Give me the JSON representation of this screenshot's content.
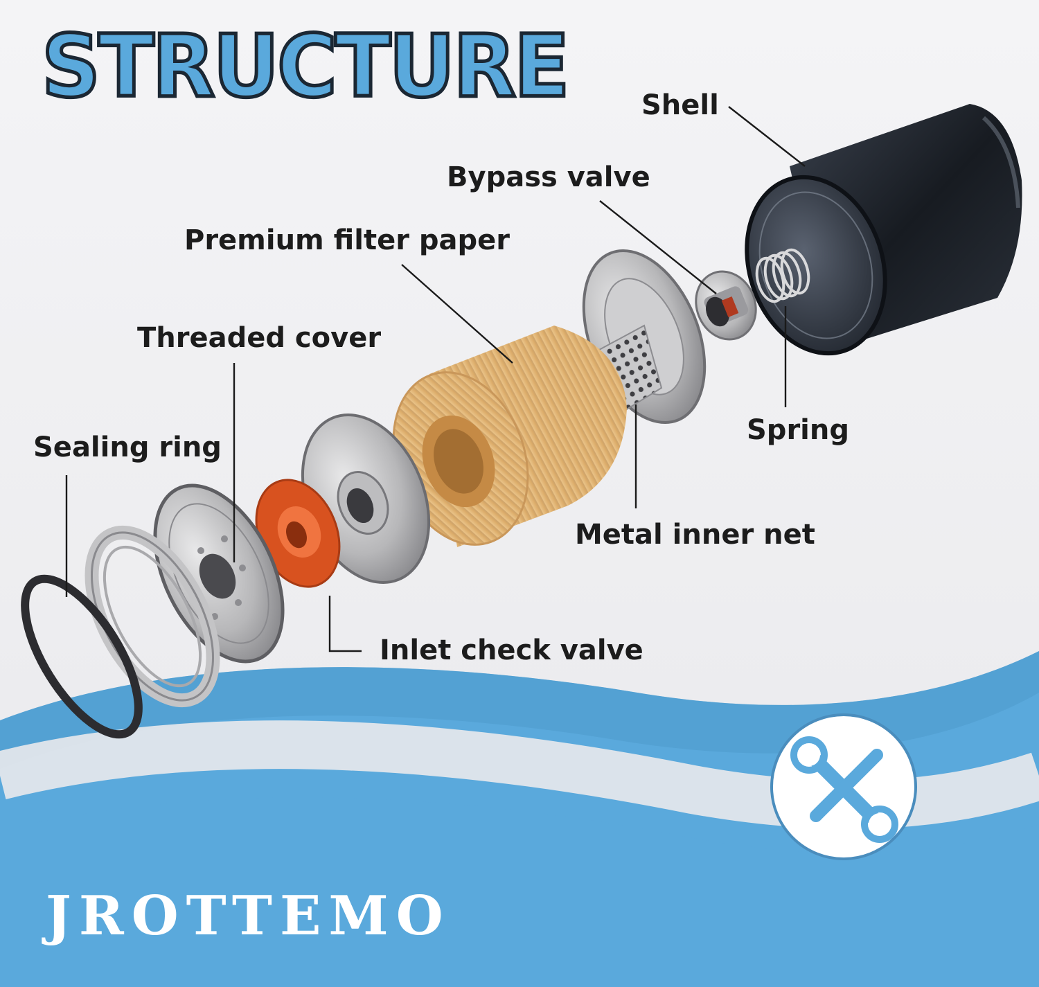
{
  "title": "STRUCTURE",
  "labels": {
    "shell": "Shell",
    "bypass_valve": "Bypass valve",
    "filter_paper": "Premium filter paper",
    "threaded_cover": "Threaded cover",
    "sealing_ring": "Sealing ring",
    "spring": "Spring",
    "metal_inner_net": "Metal inner net",
    "inlet_check_valve": "Inlet check valve"
  },
  "brand": "JROTTEMO",
  "badge_icon": "wrench-screwdriver-icon",
  "colors": {
    "accent_blue": "#5aa9dc",
    "title_outline": "#1b2733",
    "filter_paper": "#e7bd80",
    "check_valve": "#d8521f",
    "shell": "#202833"
  }
}
